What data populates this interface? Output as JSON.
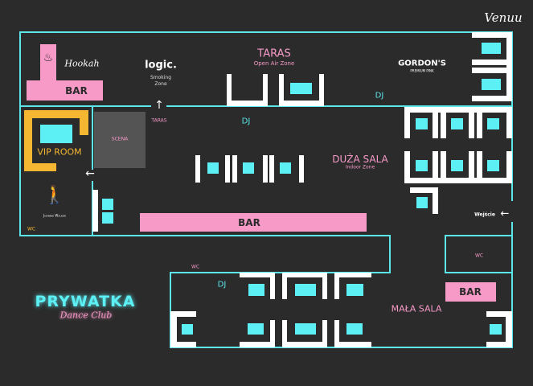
{
  "brand": {
    "venue_logo": "Venuu",
    "club_name": "PRYWATKA",
    "club_tagline": "Dance Club"
  },
  "sponsors": {
    "hookah": "Hookah",
    "logic": "logic.",
    "logic_zone": "Smoking Zone",
    "gordons": "GORDON'S",
    "gordons_sub": "PREMIUM PINK",
    "johnnie": "Johnnie Walker"
  },
  "zones": {
    "taras": {
      "title": "TARAS",
      "subtitle": "Open Air Zone",
      "dj": "DJ",
      "bar": "BAR"
    },
    "duza_sala": {
      "title": "DUŻA SALA",
      "subtitle": "Indoor Zone",
      "dj": "DJ",
      "bar": "BAR",
      "scena": "SCENA",
      "arrow_label": "TARAS"
    },
    "vip": {
      "title": "VIP ROOM",
      "wc": "WC"
    },
    "mala_sala": {
      "title": "MAŁA SALA",
      "dj": "DJ",
      "bar": "BAR",
      "wc_left": "WC",
      "wc_right": "WC"
    },
    "entrance": "Wejście"
  },
  "colors": {
    "background": "#2b2b2b",
    "wall": "#5ce6ea",
    "table": "#5cf0f4",
    "bar": "#f79ac8",
    "vip": "#f5b731"
  }
}
